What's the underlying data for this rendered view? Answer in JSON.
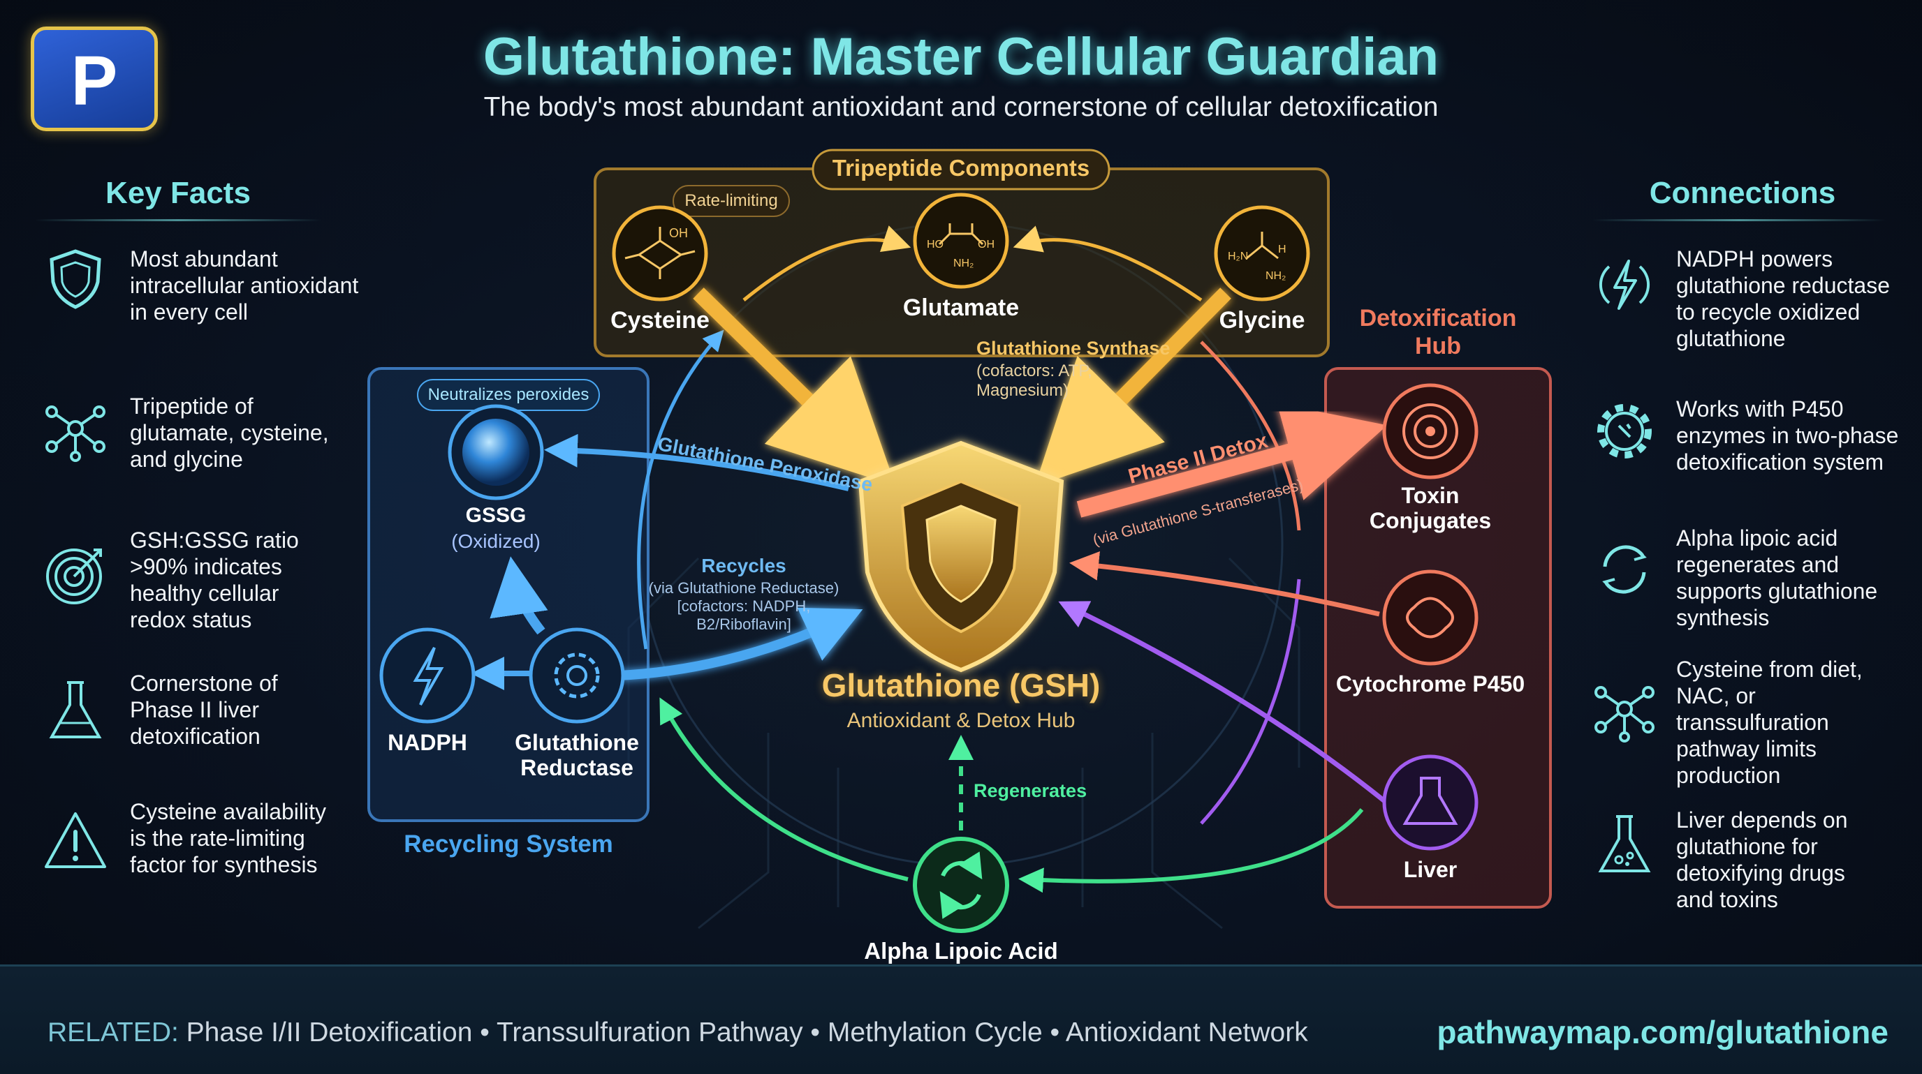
{
  "header": {
    "title": "Glutathione: Master Cellular Guardian",
    "subtitle": "The body's most abundant antioxidant and cornerstone of cellular detoxification",
    "logo_letter": "P"
  },
  "key_facts": {
    "heading": "Key Facts",
    "items": [
      {
        "icon": "shield-icon",
        "lines": [
          "Most abundant",
          "intracellular antioxidant",
          "in every cell"
        ]
      },
      {
        "icon": "molecule-icon",
        "lines": [
          "Tripeptide of",
          "glutamate, cysteine,",
          "and glycine"
        ]
      },
      {
        "icon": "target-icon",
        "lines": [
          "GSH:GSSG ratio",
          ">90% indicates",
          "healthy cellular",
          "redox status"
        ]
      },
      {
        "icon": "flask-icon",
        "lines": [
          "Cornerstone of",
          "Phase II liver",
          "detoxification"
        ]
      },
      {
        "icon": "warning-icon",
        "lines": [
          "Cysteine availability",
          "is the rate-limiting",
          "factor for synthesis"
        ]
      }
    ]
  },
  "connections": {
    "heading": "Connections",
    "items": [
      {
        "icon": "lightning-icon",
        "lines": [
          "NADPH powers",
          "glutathione reductase",
          "to recycle oxidized",
          "glutathione"
        ]
      },
      {
        "icon": "gear-icon",
        "lines": [
          "Works with P450",
          "enzymes in two-phase",
          "detoxification system"
        ]
      },
      {
        "icon": "recycle-icon",
        "lines": [
          "Alpha lipoic acid",
          "regenerates and",
          "supports glutathione",
          "synthesis"
        ]
      },
      {
        "icon": "molecule-icon",
        "lines": [
          "Cysteine from diet,",
          "NAC, or",
          "transsulfuration",
          "pathway limits",
          "production"
        ]
      },
      {
        "icon": "beaker-icon",
        "lines": [
          "Liver depends on",
          "glutathione for",
          "detoxifying drugs",
          "and toxins"
        ]
      }
    ]
  },
  "tripeptide": {
    "heading": "Tripeptide Components",
    "rate_limiting": "Rate-limiting",
    "cysteine": "Cysteine",
    "glutamate": "Glutamate",
    "glycine": "Glycine",
    "synthase": "Glutathione Synthase",
    "synthase_cofactors_1": "(cofactors: ATP,",
    "synthase_cofactors_2": "Magnesium)"
  },
  "center": {
    "name": "Glutathione (GSH)",
    "role": "Antioxidant & Detox Hub"
  },
  "recycling": {
    "heading": "Recycling System",
    "neutralizes": "Neutralizes peroxides",
    "gssg": "GSSG",
    "gssg_sub": "(Oxidized)",
    "nadph": "NADPH",
    "reductase_1": "Glutathione",
    "reductase_2": "Reductase",
    "peroxidase": "Glutathione Peroxidase",
    "recycles": "Recycles",
    "recycles_via": "(via Glutathione Reductase)",
    "recycles_cof_1": "[cofactors: NADPH,",
    "recycles_cof_2": "B2/Riboflavin]"
  },
  "detox": {
    "heading_1": "Detoxification",
    "heading_2": "Hub",
    "phase2": "Phase II Detox",
    "phase2_via": "(via Glutathione S-transferases)",
    "toxin_1": "Toxin",
    "toxin_2": "Conjugates",
    "p450": "Cytochrome P450",
    "liver": "Liver"
  },
  "ala": {
    "name": "Alpha Lipoic Acid",
    "regenerates": "Regenerates"
  },
  "footer": {
    "related_label": "RELATED:",
    "related_items": "Phase I/II Detoxification • Transsulfuration Pathway • Methylation Cycle • Antioxidant Network",
    "url": "pathwaymap.com/glutathione"
  },
  "colors": {
    "accent": "#7fe6e6",
    "gold": "#f2b43a",
    "blue": "#4aa6f0",
    "red": "#f07a5e",
    "purple": "#a25cf0",
    "green": "#3fe08a"
  }
}
